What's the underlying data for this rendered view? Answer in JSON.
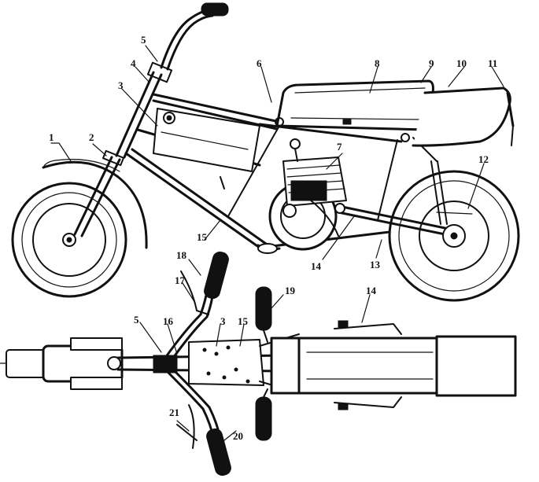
{
  "labels": {
    "l1": "1",
    "l2": "2",
    "l3a": "3",
    "l3b": "3",
    "l4": "4",
    "l5a": "5",
    "l5b": "5",
    "l6": "6",
    "l7": "7",
    "l8": "8",
    "l9": "9",
    "l10": "10",
    "l11": "11",
    "l12": "12",
    "l13": "13",
    "l14a": "14",
    "l14b": "14",
    "l15a": "15",
    "l15b": "15",
    "l16": "16",
    "l17": "17",
    "l18": "18",
    "l19": "19",
    "l20": "20",
    "l21": "21"
  }
}
